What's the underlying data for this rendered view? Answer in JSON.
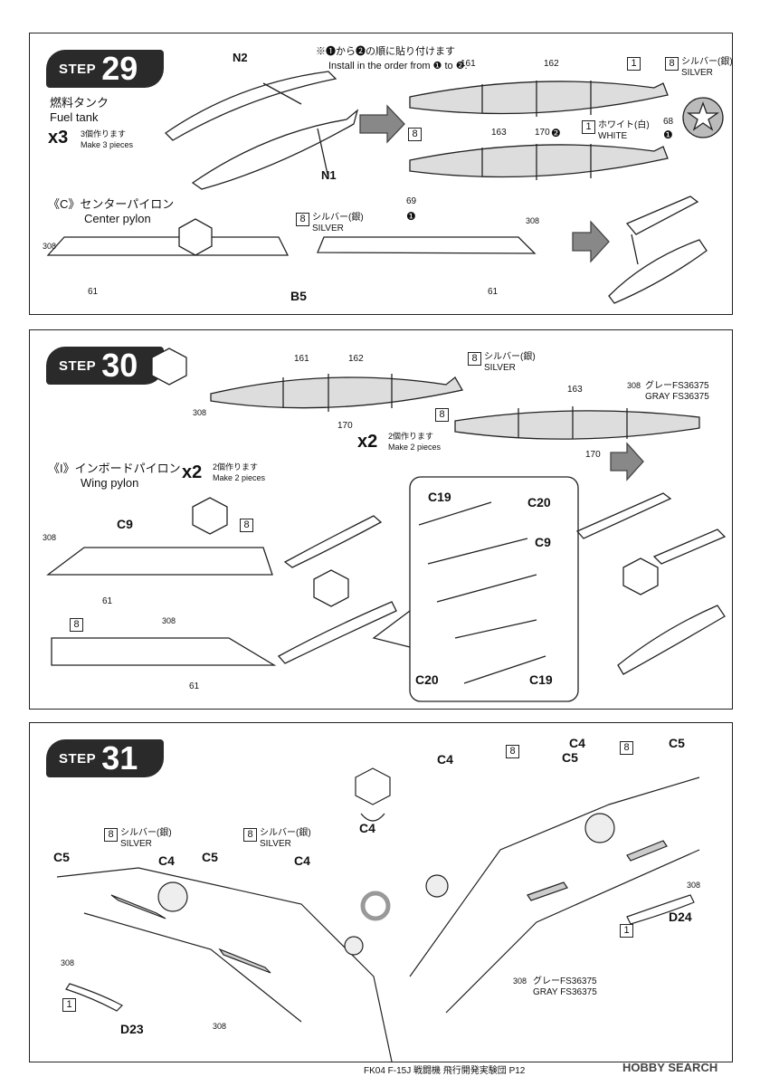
{
  "step29": {
    "badge_label": "STEP",
    "badge_number": "29",
    "fuel_tank_jp": "燃料タンク",
    "fuel_tank_en": "Fuel tank",
    "multiplier": "x3",
    "make_jp": "3個作ります",
    "make_en": "Make 3 pieces",
    "part_n2": "N2",
    "part_n1": "N1",
    "order_jp": "※❶から❷の順に貼り付けます",
    "order_en": "Install in the order from ❶ to ❷.",
    "decal_161": "161",
    "decal_162": "162",
    "decal_170": "170",
    "decal_163": "163",
    "decal_69": "69",
    "decal_68": "68",
    "order_1": "❶",
    "order_2": "❷",
    "color_1": "1",
    "color_8": "8",
    "silver_jp": "シルバー(銀)",
    "silver_en": "SILVER",
    "white_jp": "ホワイト(白)",
    "white_en": "WHITE",
    "pylon_jp": "《C》センターパイロン",
    "pylon_en": "Center pylon",
    "part_308": "308",
    "part_61": "61",
    "part_b5": "B5"
  },
  "step30": {
    "badge_label": "STEP",
    "badge_number": "30",
    "decal_161": "161",
    "decal_162": "162",
    "decal_170": "170",
    "decal_163": "163",
    "color_8": "8",
    "color_308": "308",
    "silver_jp": "シルバー(銀)",
    "silver_en": "SILVER",
    "gray_jp": "グレーFS36375",
    "gray_en": "GRAY FS36375",
    "multiplier": "x2",
    "make_jp": "2個作ります",
    "make_en": "Make 2 pieces",
    "pylon_jp": "《I》インボードパイロン",
    "pylon_en": "Wing pylon",
    "pylon_mult": "x2",
    "pylon_make_jp": "2個作ります",
    "pylon_make_en": "Make 2 pieces",
    "part_c9": "C9",
    "part_c19": "C19",
    "part_c20": "C20",
    "part_61": "61"
  },
  "step31": {
    "badge_label": "STEP",
    "badge_number": "31",
    "silver_jp": "シルバー(銀)",
    "silver_en": "SILVER",
    "gray_jp": "グレーFS36375",
    "gray_en": "GRAY FS36375",
    "color_8": "8",
    "color_1": "1",
    "color_308": "308",
    "part_c4": "C4",
    "part_c5": "C5",
    "part_d23": "D23",
    "part_d24": "D24"
  },
  "footer": "FK04 F-15J 戦闘機 飛行開発実験団 P12",
  "watermark": "HOBBY SEARCH"
}
